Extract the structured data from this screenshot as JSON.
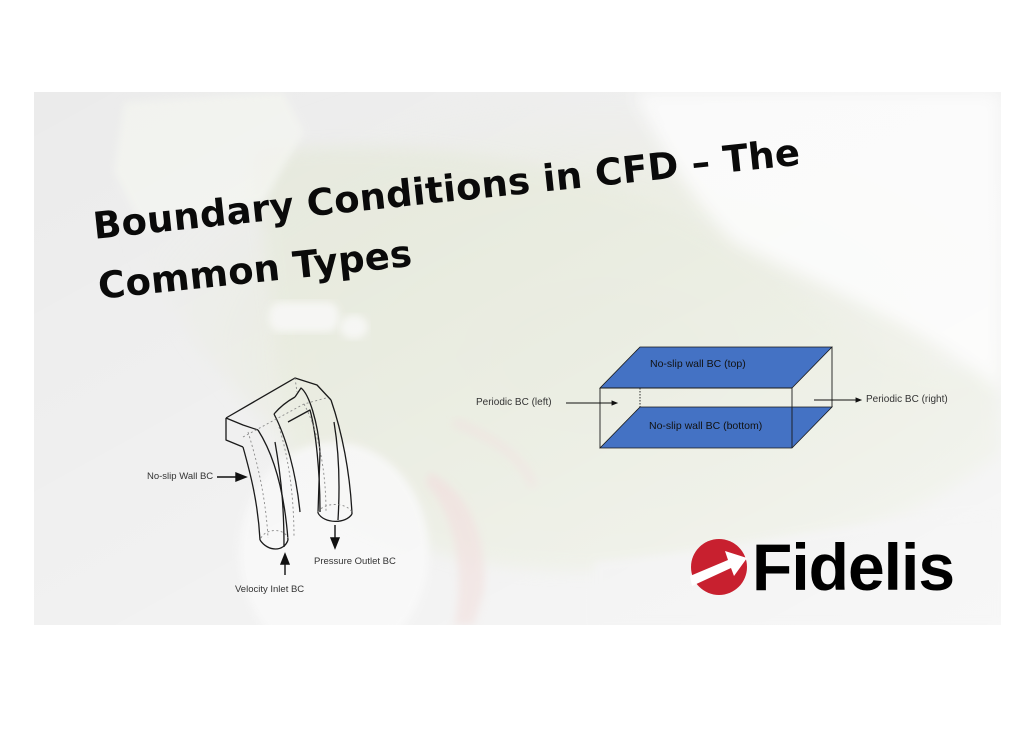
{
  "slide": {
    "title_line1": "Boundary Conditions in CFD – The",
    "title_line2": "Common Types",
    "frame_background": "#ebebeb"
  },
  "pipe_diagram": {
    "labels": {
      "wall": "No-slip Wall BC",
      "inlet": "Velocity Inlet BC",
      "outlet": "Pressure Outlet BC"
    }
  },
  "box_diagram": {
    "face_color": "#4472c4",
    "labels": {
      "top": "No-slip wall BC (top)",
      "bottom": "No-slip wall BC (bottom)",
      "left": "Periodic BC (left)",
      "right": "Periodic BC (right)"
    }
  },
  "logo": {
    "icon": "red-circle-arrow-icon",
    "text": "Fidelis",
    "color": "#c8202f"
  }
}
